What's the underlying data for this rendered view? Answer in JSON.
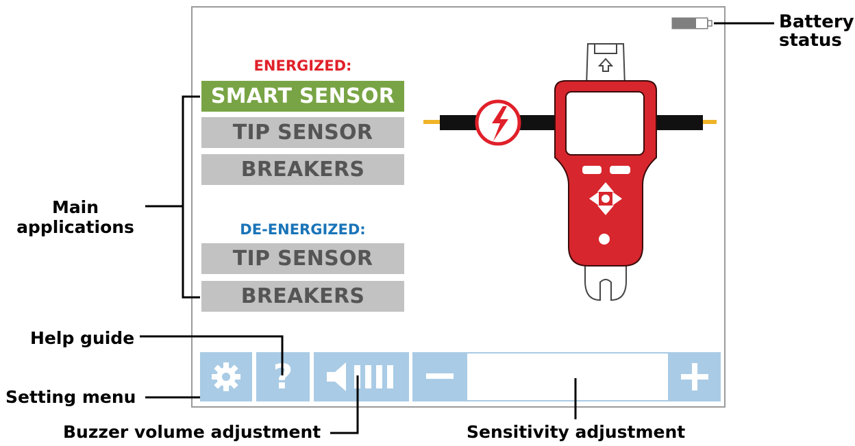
{
  "labels": {
    "battery": "Battery status",
    "main_applications": "Main applications",
    "help_guide": "Help guide",
    "setting_menu": "Setting menu",
    "buzzer_volume": "Buzzer volume adjustment",
    "sensitivity": "Sensitivity adjustment"
  },
  "sections": {
    "energized": {
      "title": "ENERGIZED:",
      "items": [
        "SMART SENSOR",
        "TIP SENSOR",
        "BREAKERS"
      ]
    },
    "deenergized": {
      "title": "DE-ENERGIZED:",
      "items": [
        "TIP SENSOR",
        "BREAKERS"
      ]
    }
  },
  "toolbar": {
    "help_label": "?",
    "minus_label": "−",
    "plus_label": "+"
  },
  "colors": {
    "energized": "#e0202a",
    "deenergized": "#1a74b8",
    "active_item": "#79a445",
    "inactive_item": "#c2c2c2",
    "toolbar": "#a9cbe5",
    "device_red": "#d7262d"
  },
  "icons": {
    "settings": "gear-icon",
    "help": "question-icon",
    "volume": "speaker-icon",
    "battery": "battery-icon",
    "hazard": "high-voltage-icon"
  }
}
